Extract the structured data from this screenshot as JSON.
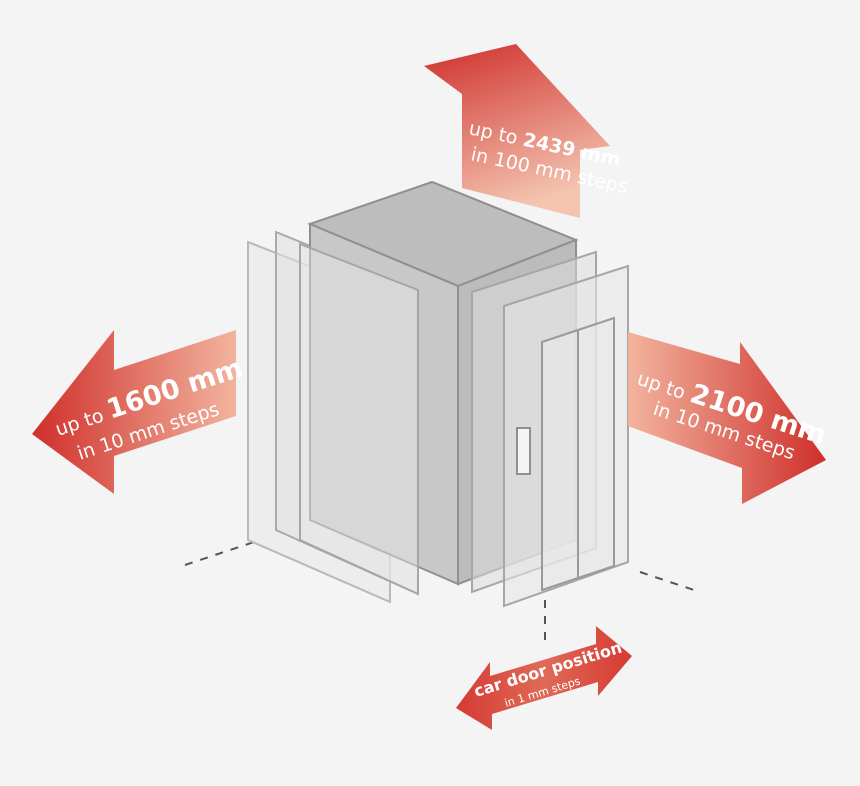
{
  "top": {
    "line1_prefix": "up to ",
    "line1_value": "2439 mm",
    "line2": "in 100 mm steps"
  },
  "left": {
    "line1_prefix": "up to ",
    "line1_value": "1600 mm",
    "line2": "in 10 mm steps"
  },
  "right": {
    "line1_prefix": "up to ",
    "line1_value": "2100 mm",
    "line2": "in 10 mm steps"
  },
  "door": {
    "line1": "car door position",
    "line2": "in 1 mm steps"
  },
  "colors": {
    "arrow_dark": "#d0312d",
    "arrow_light": "#f2b9a3",
    "box_face": "#c9c9c9",
    "box_top": "#bdbdbd",
    "panel": "#e2e2e2",
    "background": "#f4f4f4"
  },
  "icons": [
    "arrow-up-right-icon",
    "arrow-left-icon",
    "arrow-right-icon",
    "double-arrow-icon"
  ]
}
